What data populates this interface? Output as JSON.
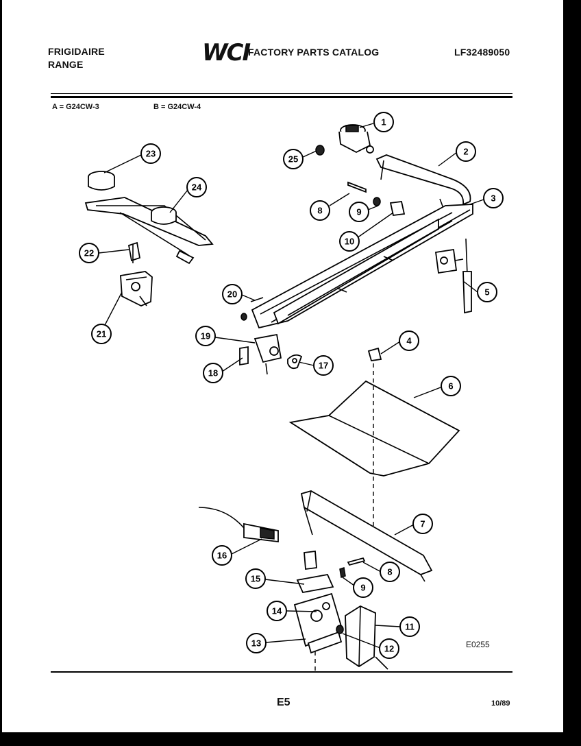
{
  "header": {
    "brand_line1": "FRIGIDAIRE",
    "brand_line2": "RANGE",
    "logo": "WCI",
    "catalog_title": "FACTORY PARTS CATALOG",
    "part_number": "LF32489050"
  },
  "models": {
    "a": "A = G24CW-3",
    "b": "B = G24CW-4"
  },
  "callouts": [
    "1",
    "2",
    "3",
    "4",
    "5",
    "6",
    "7",
    "8",
    "9",
    "10",
    "11",
    "12",
    "13",
    "14",
    "15",
    "16",
    "17",
    "18",
    "19",
    "20",
    "21",
    "22",
    "23",
    "24",
    "25",
    "8",
    "9"
  ],
  "footer": {
    "drawing_id": "E0255",
    "page": "E5",
    "date": "10/89"
  }
}
